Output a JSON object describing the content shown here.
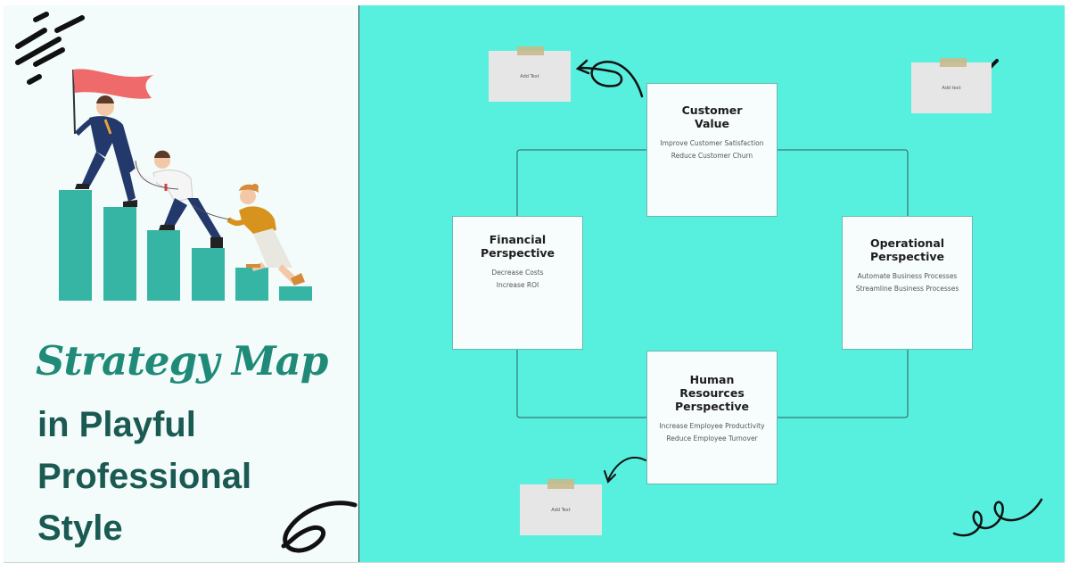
{
  "title": {
    "script": "Strategy Map",
    "line1": "in Playful",
    "line2": "Professional",
    "line3": "Style"
  },
  "colors": {
    "background_left": "#f3fcfa",
    "background_right": "#57f0df",
    "bars": "#36b5a5",
    "title_script": "#1f8a78",
    "title_bold": "#1a5a52",
    "flag": "#ef6b6b"
  },
  "cards": {
    "customer": {
      "title_lines": [
        "Customer",
        "Value"
      ],
      "items": [
        "Improve Customer Satisfaction",
        "Reduce Customer Churn"
      ]
    },
    "financial": {
      "title_lines": [
        "Financial",
        "Perspective"
      ],
      "items": [
        "Decrease Costs",
        "Increase ROI"
      ]
    },
    "operational": {
      "title_lines": [
        "Operational",
        "Perspective"
      ],
      "items": [
        "Automate Business Processes",
        "Streamline Business Processes"
      ]
    },
    "hr": {
      "title_lines": [
        "Human",
        "Resources",
        "Perspective"
      ],
      "items": [
        "Increase Employee Productivity",
        "Reduce Employee Turnover"
      ]
    }
  },
  "notes": {
    "top_left": "Add Text",
    "top_right": "Add text",
    "bottom_left": "Add Text"
  },
  "icons": [
    "checkmark-icon",
    "curved-arrow-icon",
    "loop-scribble-icon",
    "swirl-icon",
    "dash-marks-icon",
    "flag-icon"
  ]
}
